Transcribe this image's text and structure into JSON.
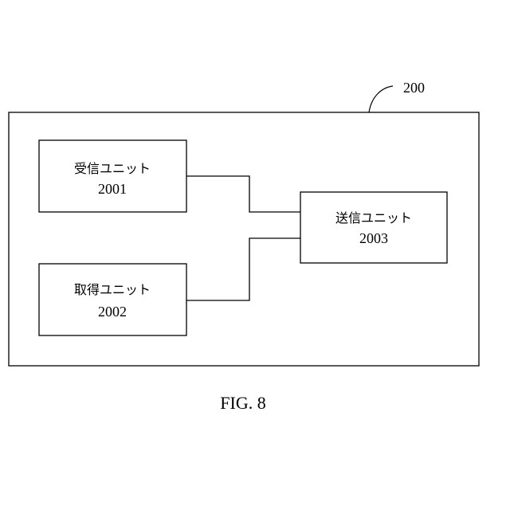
{
  "diagram": {
    "container_ref": "200",
    "units": [
      {
        "name": "受信ユニット",
        "number": "2001"
      },
      {
        "name": "取得ユニット",
        "number": "2002"
      },
      {
        "name": "送信ユニット",
        "number": "2003"
      }
    ],
    "figure_label": "FIG. 8"
  }
}
